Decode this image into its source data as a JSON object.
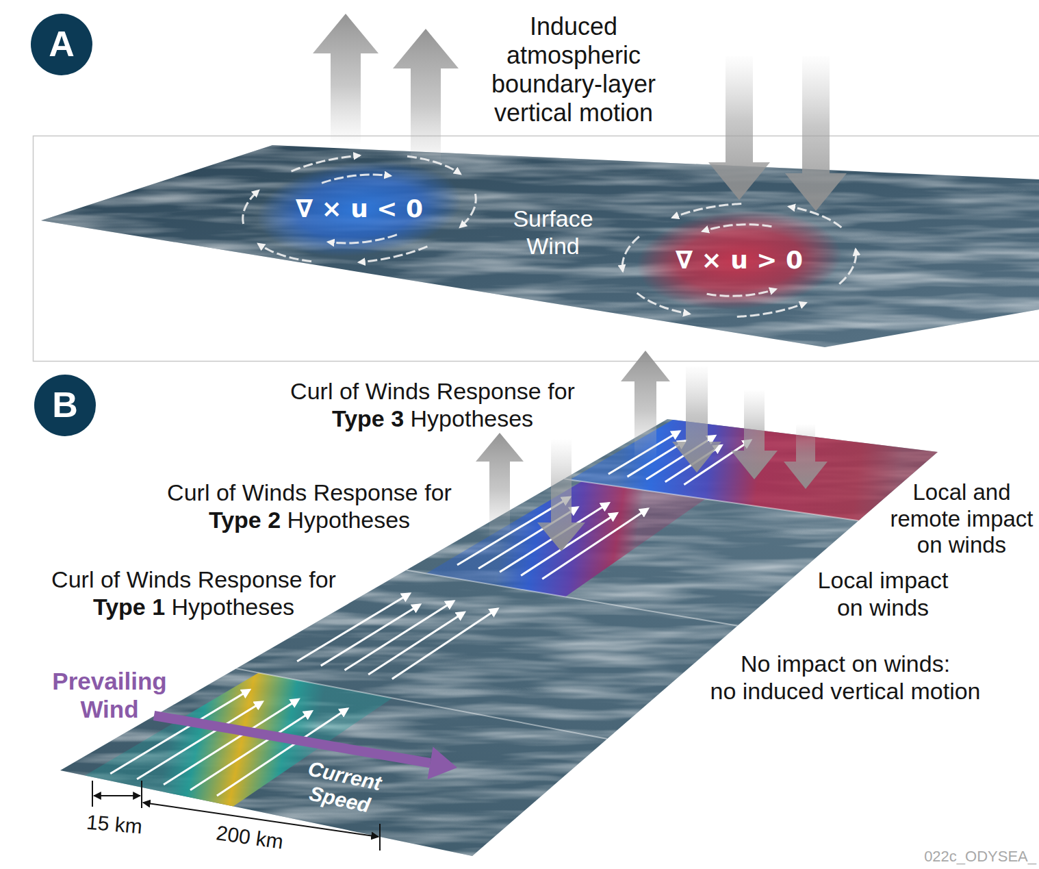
{
  "diagram": {
    "nodes": [
      {
        "text": [
          "A"
        ]
      },
      {
        "text": [
          "∇ × u < 0"
        ]
      },
      {
        "text": [
          "∇ × u > 0"
        ]
      },
      {
        "text": [
          "B"
        ]
      }
    ],
    "labels": [
      "Induced atmospheric boundary-layer vertical motion",
      "Surface Wind",
      "Curl of Winds Response for Type 3 Hypotheses",
      "Curl of Winds Response for Type 2 Hypotheses",
      "Curl of Winds Response for Type 1 Hypotheses",
      "Local and remote impact on winds",
      "Local impact on winds",
      "No impact on winds: no induced vertical motion",
      "Prevailing Wind",
      "Current Speed",
      "15 km",
      "200 km",
      "022c_ODYSEA_"
    ]
  }
}
